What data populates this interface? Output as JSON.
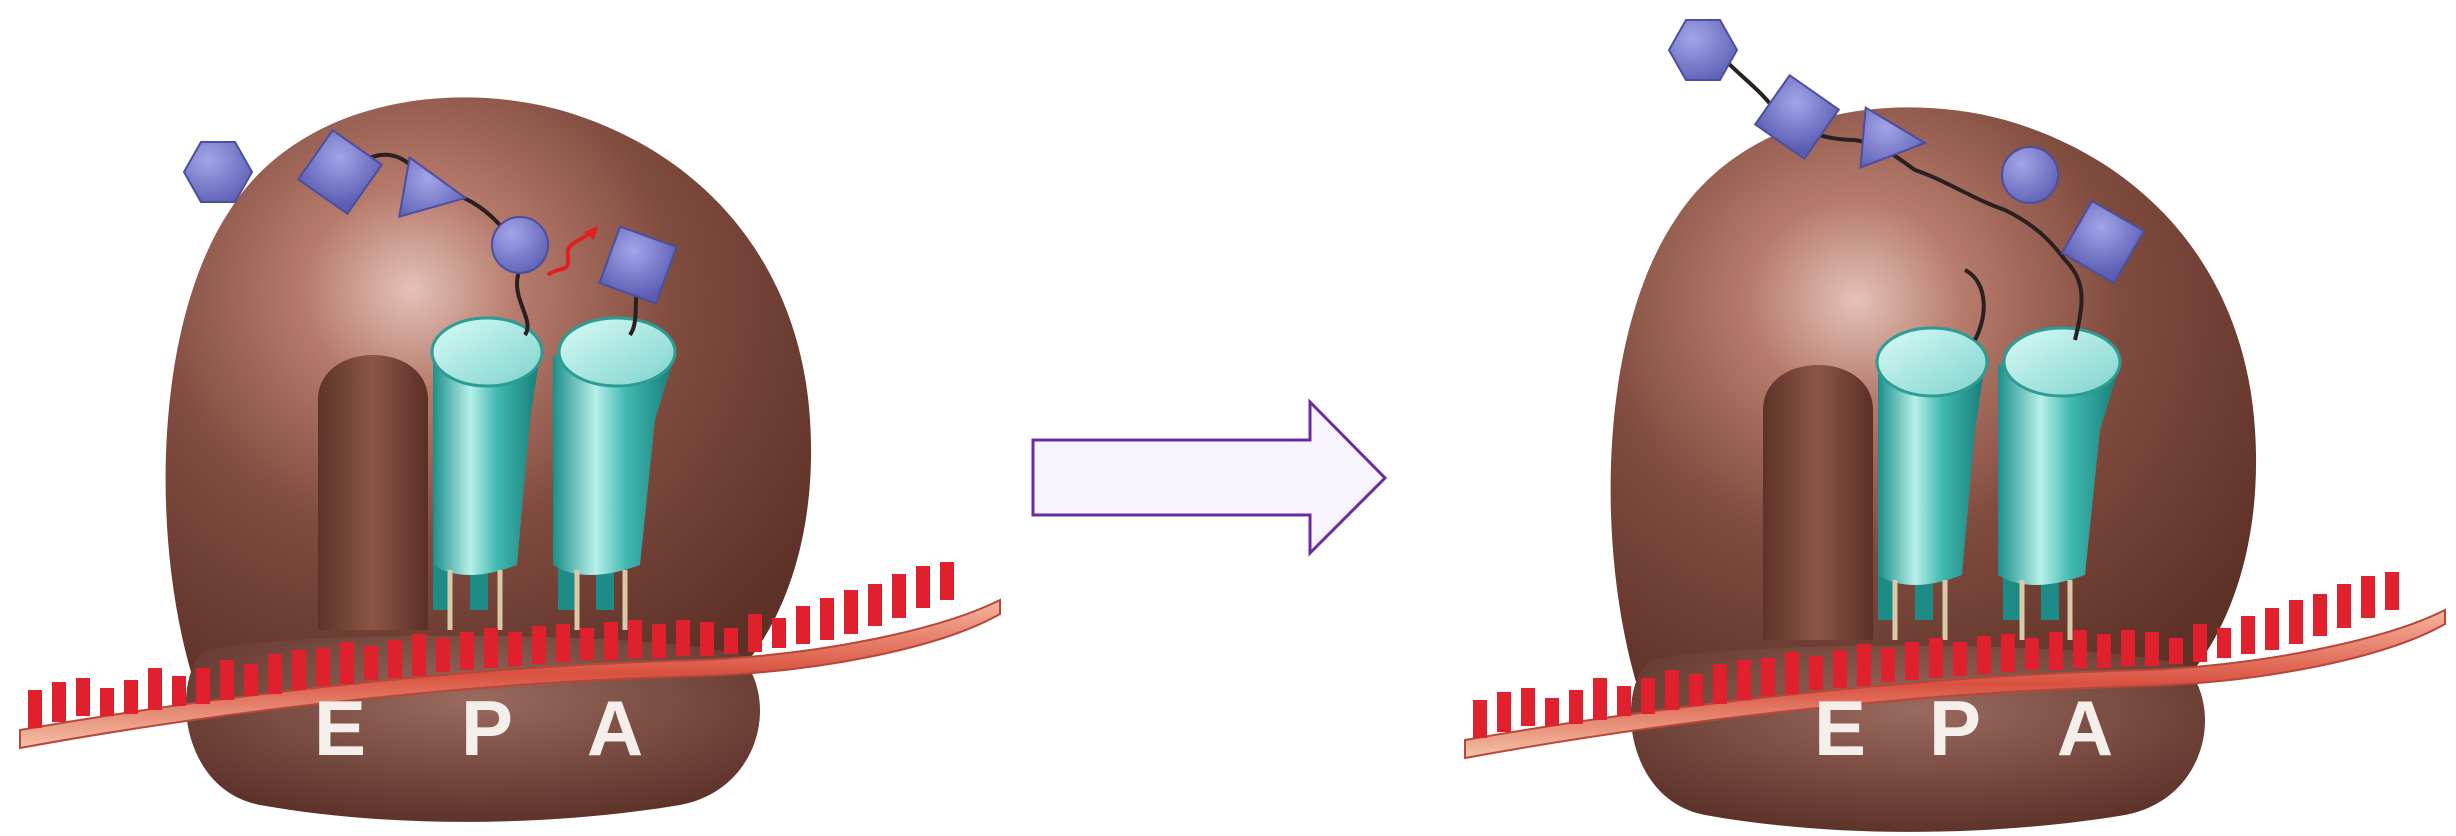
{
  "panels": [
    {
      "id": "before",
      "sites": [
        "E",
        "P",
        "A"
      ],
      "stage": "peptide-transfer"
    },
    {
      "id": "after",
      "sites": [
        "E",
        "P",
        "A"
      ],
      "stage": "peptide-transferred"
    }
  ],
  "arrow": {
    "fill": "#f7f4fb",
    "stroke": "#6a2ca0"
  },
  "colors": {
    "ribosome_large": "#7a4539",
    "ribosome_small": "#6e3f34",
    "trna": "#2fa6a0",
    "trna_light": "#9fe0da",
    "mrna_base": "#e0202c",
    "mrna_backbone": "#c8403c",
    "amino_acid": "#7274c8",
    "peptide_bond_arrow": "#e02020"
  },
  "icons": [
    "hexagon-amino-acid-icon",
    "square-amino-acid-icon",
    "triangle-amino-acid-icon",
    "circle-amino-acid-icon"
  ]
}
